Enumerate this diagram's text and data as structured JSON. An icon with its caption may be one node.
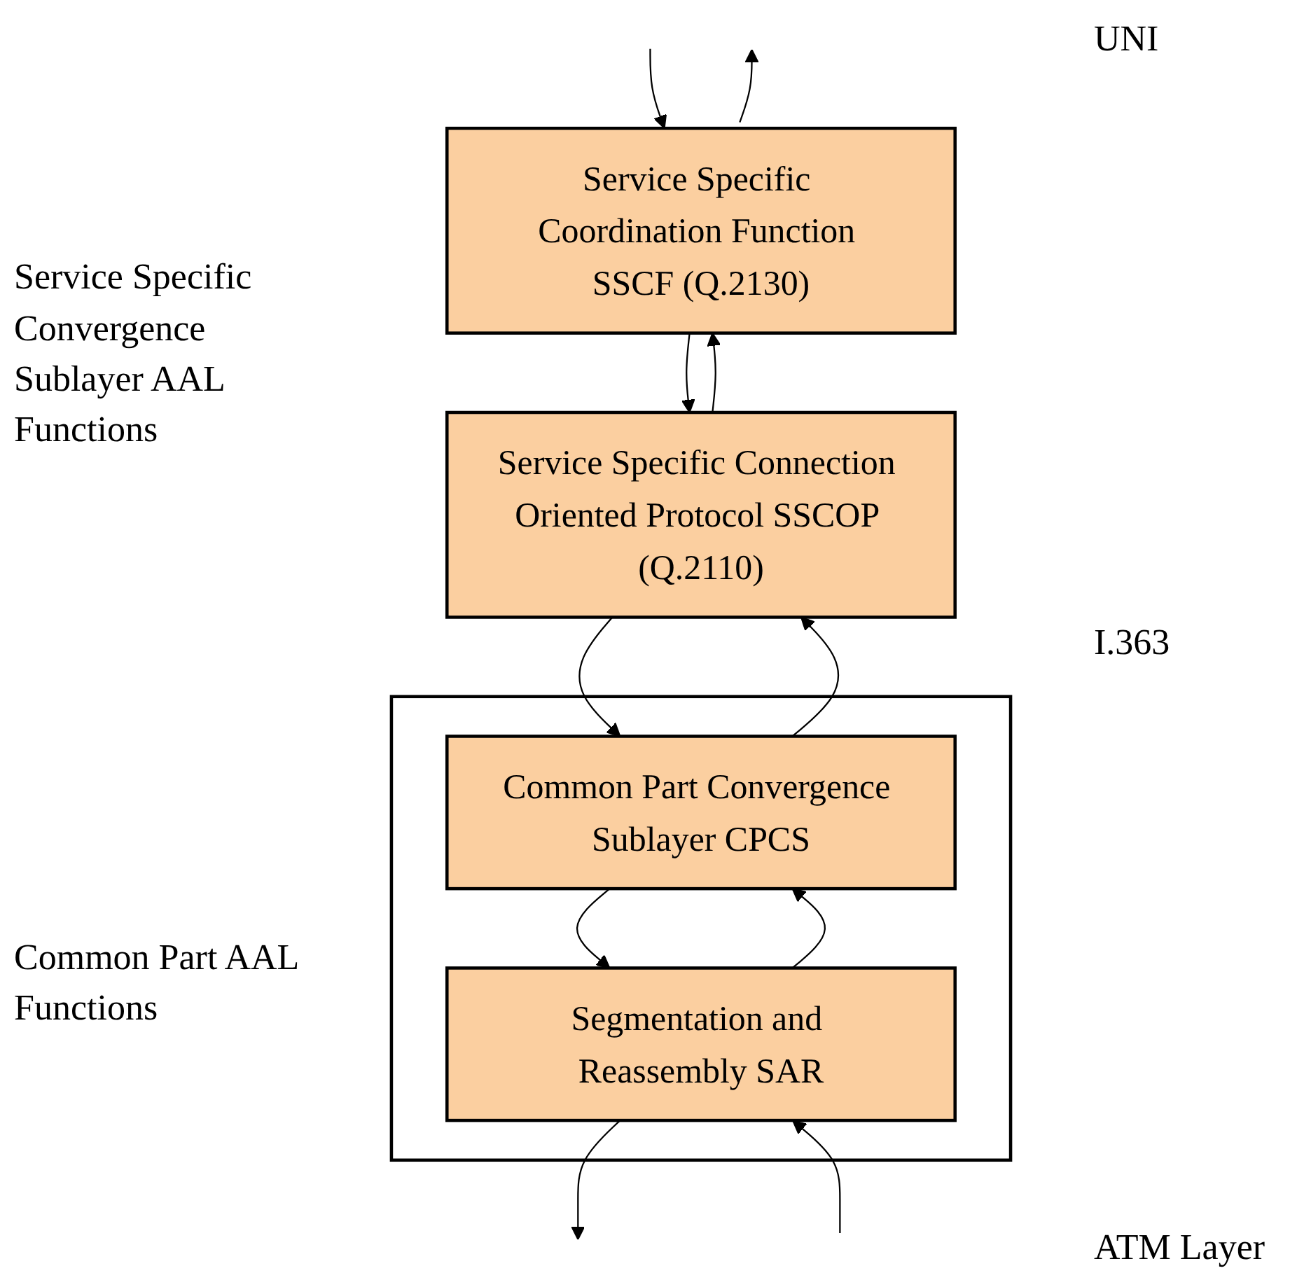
{
  "diagram": {
    "nodes": [
      {
        "text": [
          "Service Specific Coordination Function SSCF (Q.2130)"
        ]
      },
      {
        "text": [
          "Service Specific Connection Oriented Protocol SSCOP (Q.2110)"
        ]
      },
      {
        "text": [],
        "shape": "box"
      },
      {
        "text": [
          "Common Part Convergence Sublayer CPCS"
        ],
        "in": 2
      },
      {
        "text": [
          "Segmentation and Reassembly SAR"
        ],
        "in": 2
      }
    ],
    "edges": [
      {
        "from": null,
        "to": 0,
        "arrow": "to"
      },
      {
        "from": 0,
        "to": null,
        "arrow": "to"
      },
      {
        "from": 0,
        "to": 1,
        "arrow": "to"
      },
      {
        "from": 1,
        "to": 0,
        "arrow": "to"
      },
      {
        "from": 1,
        "to": 3,
        "arrow": "to"
      },
      {
        "from": 3,
        "to": 1,
        "arrow": "to"
      },
      {
        "from": 3,
        "to": 4,
        "arrow": "to"
      },
      {
        "from": 4,
        "to": 3,
        "arrow": "to"
      },
      {
        "from": 4,
        "to": null,
        "arrow": "to"
      },
      {
        "from": null,
        "to": 4,
        "arrow": "to"
      }
    ],
    "labels": [
      "UNI",
      "Service Specific Convergence Sublayer AAL Functions",
      "Common Part AAL Functions",
      "I.363",
      "ATM Layer"
    ]
  }
}
